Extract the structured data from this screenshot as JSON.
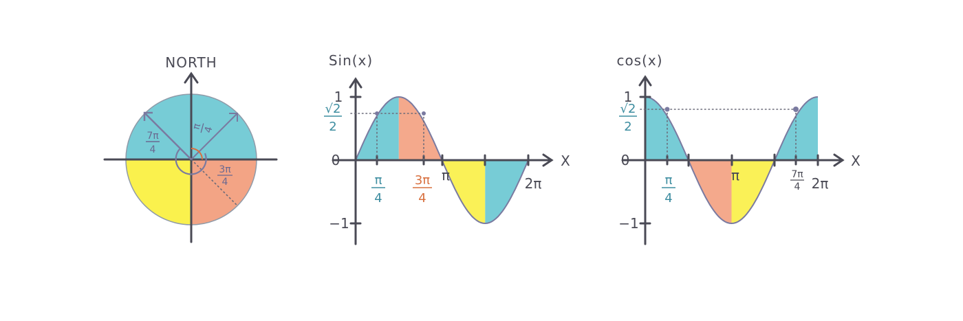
{
  "colors": {
    "teal": "#5fc3cf",
    "orange": "#f29a78",
    "yellow": "#f9ef3a",
    "axis": "#4a4a55",
    "curve": "#7a7aa0",
    "teal_text": "#3d8da0",
    "orange_text": "#d8703f"
  },
  "unit_circle": {
    "north_label": "NORTH",
    "angle_pi_over_4": {
      "num": "π",
      "den": "4"
    },
    "angle_7pi_over_4": {
      "num": "7π",
      "den": "4"
    },
    "angle_3pi_over_4": {
      "num": "3π",
      "den": "4"
    },
    "quadrants": [
      {
        "name": "upper-left",
        "color": "teal"
      },
      {
        "name": "upper-right",
        "color": "teal"
      },
      {
        "name": "lower-left",
        "color": "yellow"
      },
      {
        "name": "lower-right",
        "color": "orange"
      }
    ]
  },
  "sin_chart": {
    "y_label": "Sin(x)",
    "x_label": "X",
    "y_ticks": {
      "top": "1",
      "zero": "0",
      "bottom": "−1"
    },
    "sqrt2_over_2": {
      "num": "√2",
      "den": "2"
    },
    "x_ticks": {
      "pi_over_4": {
        "num": "π",
        "den": "4"
      },
      "three_pi_over_4": {
        "num": "3π",
        "den": "4"
      },
      "pi": "π",
      "two_pi": "2π"
    }
  },
  "cos_chart": {
    "y_label": "cos(x)",
    "x_label": "X",
    "y_ticks": {
      "top": "1",
      "zero": "0",
      "bottom": "−1"
    },
    "sqrt2_over_2": {
      "num": "√2",
      "den": "2"
    },
    "x_ticks": {
      "pi_over_4": {
        "num": "π",
        "den": "4"
      },
      "pi": "π",
      "seven_pi_over_4": {
        "num": "7π",
        "den": "4"
      },
      "two_pi": "2π"
    }
  }
}
